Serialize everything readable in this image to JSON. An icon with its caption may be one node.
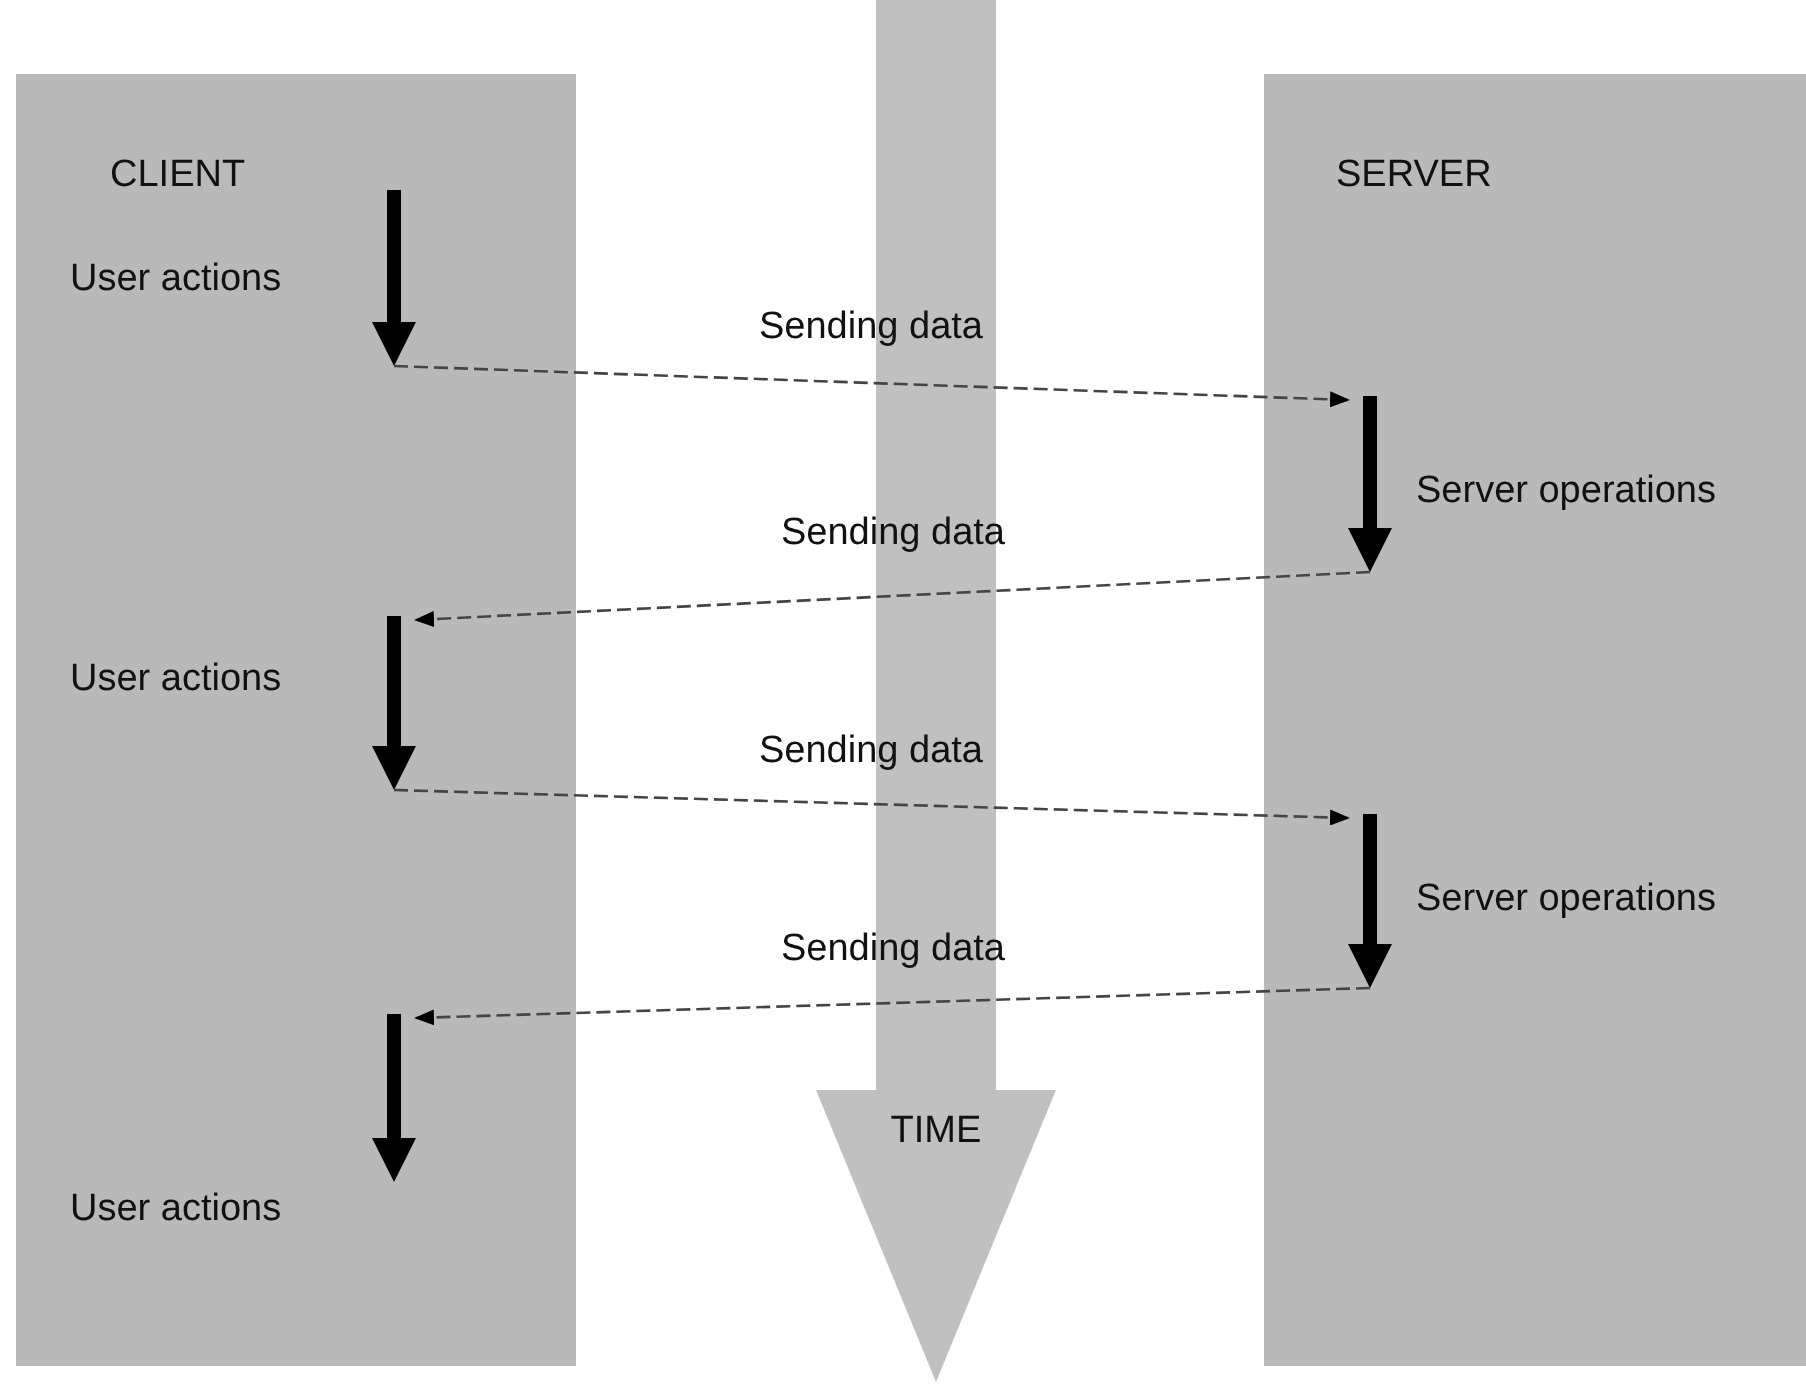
{
  "diagram": {
    "nodes": [
      {
        "text": [
          "CLIENT"
        ]
      },
      {
        "text": [
          "SERVER"
        ]
      },
      {
        "text": [
          "User actions"
        ],
        "in": 0
      },
      {
        "text": [
          "Server operations"
        ],
        "in": 1
      },
      {
        "text": [
          "User actions"
        ],
        "in": 0
      },
      {
        "text": [
          "Server operations"
        ],
        "in": 1
      },
      {
        "text": [
          "User actions"
        ],
        "in": 0
      }
    ],
    "edges": [
      {
        "from": 2,
        "to": 3,
        "arrow": "to",
        "label": "Sending data",
        "style": "dashed"
      },
      {
        "from": 3,
        "to": 4,
        "arrow": "to",
        "label": "Sending data",
        "style": "dashed"
      },
      {
        "from": 4,
        "to": 5,
        "arrow": "to",
        "label": "Sending data",
        "style": "dashed"
      },
      {
        "from": 5,
        "to": 6,
        "arrow": "to",
        "label": "Sending data",
        "style": "dashed"
      }
    ],
    "labels": [
      "TIME"
    ]
  }
}
